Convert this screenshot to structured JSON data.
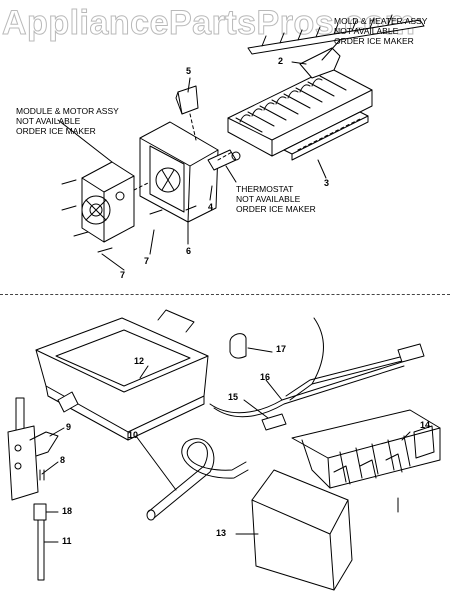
{
  "watermark": "AppliancePartsPros.com",
  "upper_labels": {
    "module_motor": [
      "MODULE & MOTOR ASSY",
      "NOT AVAILABLE",
      "ORDER ICE MAKER"
    ],
    "mold_heater": [
      "MOLD & HEATER ASSY",
      "NOT AVAILABLE",
      "ORDER ICE MAKER"
    ],
    "thermostat": [
      "THERMOSTAT",
      "NOT AVAILABLE",
      "ORDER ICE MAKER"
    ]
  },
  "callouts_upper": [
    "2",
    "3",
    "4",
    "5",
    "6",
    "7",
    "7"
  ],
  "callouts_lower": [
    "8",
    "9",
    "10",
    "11",
    "12",
    "13",
    "14",
    "15",
    "16",
    "17",
    "18"
  ]
}
